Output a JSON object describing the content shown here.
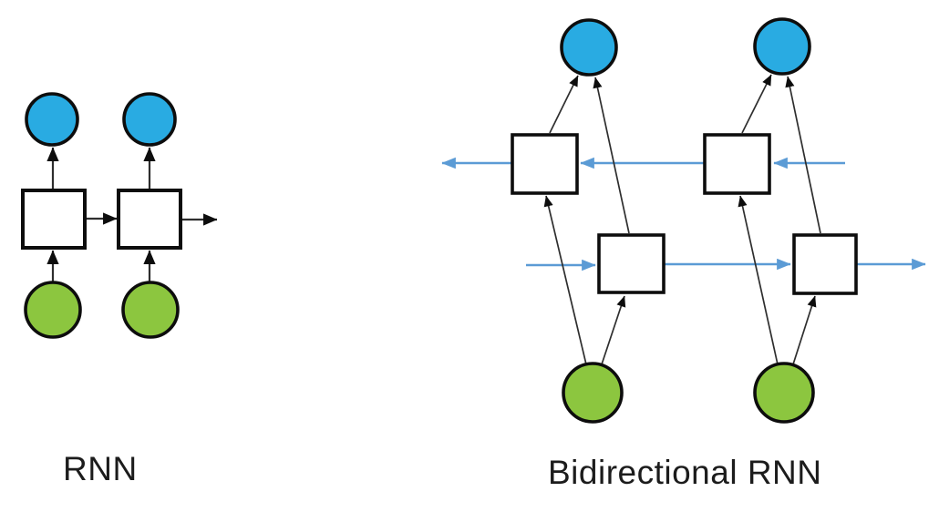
{
  "colors": {
    "background": "#ffffff",
    "output_node": "#29abe2",
    "input_node": "#8cc63f",
    "hidden_node": "#ffffff",
    "node_outline": "#0d0d0d",
    "black_arrow": "#2e2e2e",
    "blue_arrow": "#5b9bd5",
    "caption_text": "#1c1c1c"
  },
  "diagrams": {
    "rnn": {
      "caption": "RNN",
      "output_nodes": 2,
      "hidden_nodes": 2,
      "input_nodes": 2,
      "recurrence_direction": "left-to-right"
    },
    "bidirectional": {
      "caption": "Bidirectional RNN",
      "output_nodes": 2,
      "backward_hidden_nodes": 2,
      "forward_hidden_nodes": 2,
      "input_nodes": 2,
      "backward_flow_direction": "right-to-left",
      "forward_flow_direction": "left-to-right"
    }
  }
}
